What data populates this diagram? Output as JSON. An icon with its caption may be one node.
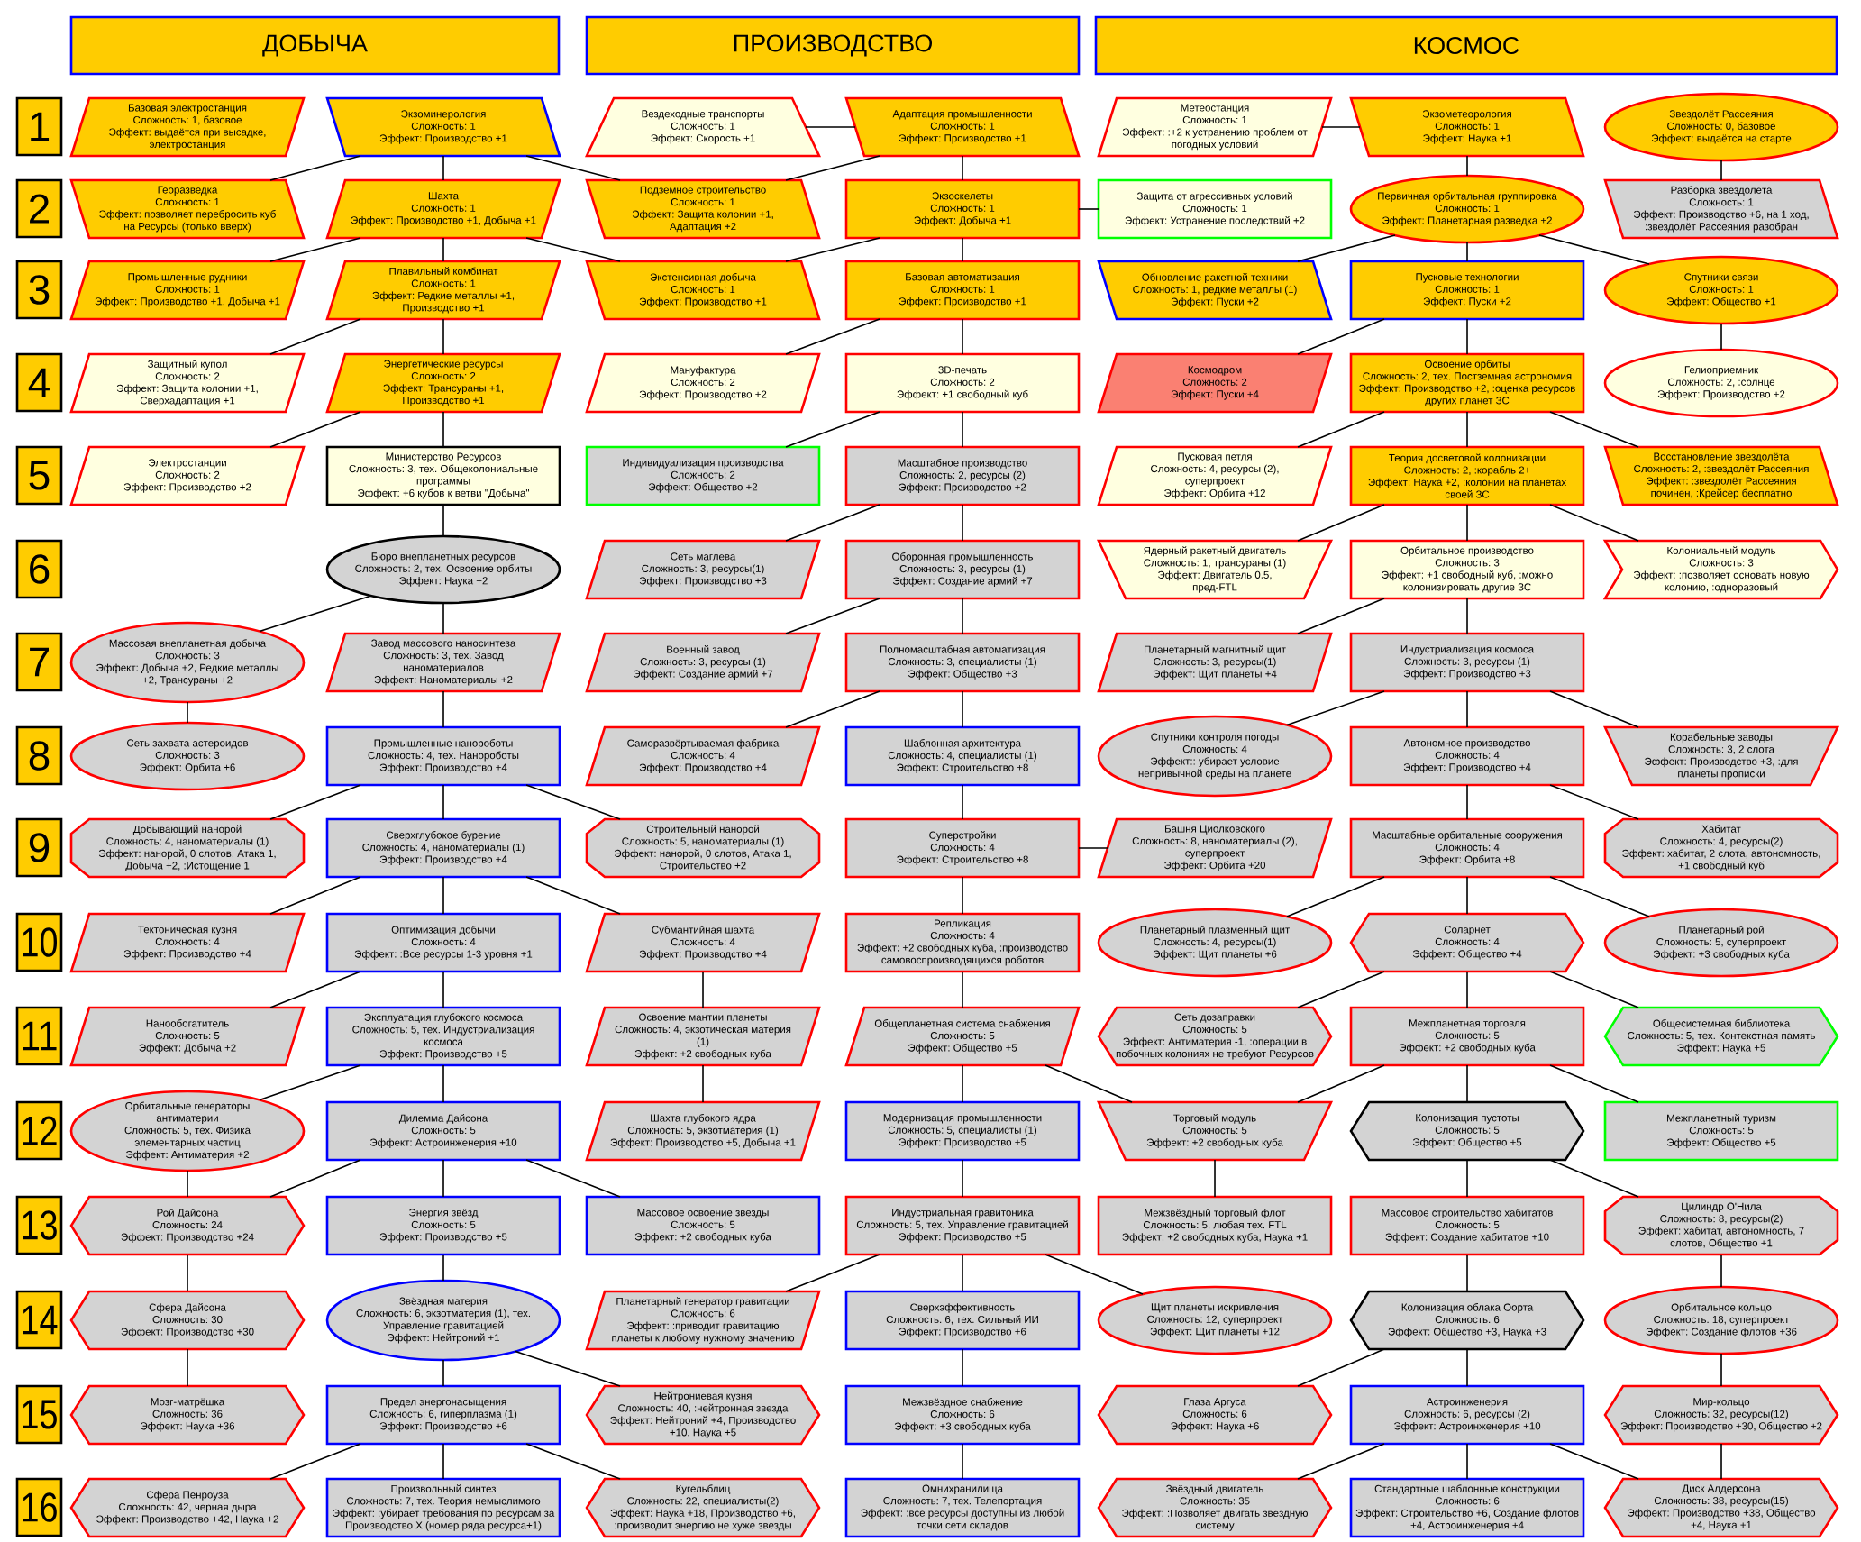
{
  "diagram": {
    "nodes": [
      {
        "text": [
          "ДОБЫЧА"
        ]
      },
      {
        "text": [
          "ПРОИЗВОДСТВО"
        ]
      },
      {
        "text": [
          "КОСМОС"
        ]
      },
      {
        "text": [
          "1"
        ]
      },
      {
        "text": [
          "Базовая электростанция",
          "Сложность: 1, базовое",
          "Эффект: выдаётся при высадке, электростанция"
        ]
      },
      {
        "text": [
          "Экзоминерология",
          "Сложность: 1",
          "Эффект: Производство +1"
        ]
      },
      {
        "text": [
          "Вездеходные транспорты",
          "Сложность: 1",
          "Эффект: Скорость +1"
        ]
      },
      {
        "text": [
          "Адаптация промышленности",
          "Сложность: 1",
          "Эффект: Производство +1"
        ]
      },
      {
        "text": [
          "Метеостанция",
          "Сложность: 1",
          "Эффект: :+2 к устранению проблем от погодных условий"
        ]
      },
      {
        "text": [
          "Экзометеорология",
          "Сложность: 1",
          "Эффект: Наука +1"
        ]
      },
      {
        "text": [
          "Звездолёт Рассеяния",
          "Сложность: 0, базовое",
          "Эффект: выдаётся на старте"
        ]
      },
      {
        "text": [
          "2"
        ]
      },
      {
        "text": [
          "Георазведка",
          "Сложность: 1",
          "Эффект: позволяет перебросить куб на Ресурсы (только вверх)"
        ]
      },
      {
        "text": [
          "Шахта",
          "Сложность: 1",
          "Эффект: Производство +1, Добыча +1"
        ]
      },
      {
        "text": [
          "Подземное строительство",
          "Сложность: 1",
          "Эффект: Защита колонии +1, Адаптация +2"
        ]
      },
      {
        "text": [
          "Экзоскелеты",
          "Сложность: 1",
          "Эффект: Добыча +1"
        ]
      },
      {
        "text": [
          "Защита от агрессивных условий",
          "Сложность: 1",
          "Эффект: Устранение последствий +2"
        ]
      },
      {
        "text": [
          "Первичная орбитальная группировка",
          "Сложность: 1",
          "Эффект: Планетарная разведка +2"
        ]
      },
      {
        "text": [
          "Разборка звездолёта",
          "Сложность: 1",
          "Эффект: Производство +6, на 1 ход, :звездолёт Рассеяния разобран"
        ]
      },
      {
        "text": [
          "3"
        ]
      },
      {
        "text": [
          "Промышленные рудники",
          "Сложность: 1",
          "Эффект: Производство +1, Добыча +1"
        ]
      },
      {
        "text": [
          "Плавильный комбинат",
          "Сложность: 1",
          "Эффект: Редкие металлы +1, Производство +1"
        ]
      },
      {
        "text": [
          "Экстенсивная добыча",
          "Сложность: 1",
          "Эффект: Производство +1"
        ]
      },
      {
        "text": [
          "Базовая автоматизация",
          "Сложность: 1",
          "Эффект: Производство +1"
        ]
      },
      {
        "text": [
          "Обновление ракетной техники",
          "Сложность: 1, редкие металлы (1)",
          "Эффект: Пуски +2"
        ]
      },
      {
        "text": [
          "Пусковые технологии",
          "Сложность: 1",
          "Эффект: Пуски +2"
        ]
      },
      {
        "text": [
          "Спутники связи",
          "Сложность: 1",
          "Эффект: Общество +1"
        ]
      },
      {
        "text": [
          "4"
        ]
      },
      {
        "text": [
          "Защитный купол",
          "Сложность: 2",
          "Эффект: Защита колонии +1, Сверхадаптация +1"
        ]
      },
      {
        "text": [
          "Энергетические ресурсы",
          "Сложность: 2",
          "Эффект: Трансураны +1, Производство +1"
        ]
      },
      {
        "text": [
          "Мануфактура",
          "Сложность: 2",
          "Эффект: Производство +2"
        ]
      },
      {
        "text": [
          "3D-печать",
          "Сложность: 2",
          "Эффект: +1 свободный куб"
        ]
      },
      {
        "text": [
          "Космодром",
          "Сложность: 2",
          "Эффект: Пуски +4"
        ]
      },
      {
        "text": [
          "Освоение орбиты",
          "Сложность: 2, тех. Постземная астрономия",
          "Эффект: Производство +2, :оценка ресурсов других планет ЗС"
        ]
      },
      {
        "text": [
          "Гелиоприемник",
          "Сложность: 2, :солнце",
          "Эффект: Производство +2"
        ]
      },
      {
        "text": [
          "5"
        ]
      },
      {
        "text": [
          "Электростанции",
          "Сложность: 2",
          "Эффект: Производство +2"
        ]
      },
      {
        "text": [
          "Министерство Ресурсов",
          "Сложность: 3, тех. Общеколониальные программы",
          "Эффект: +6 кубов к ветви \"Добыча\""
        ]
      },
      {
        "text": [
          "Индивидуализация производства",
          "Сложность: 2",
          "Эффект: Общество +2"
        ]
      },
      {
        "text": [
          "Масштабное производство",
          "Сложность: 2, ресурсы (2)",
          "Эффект: Производство +2"
        ]
      },
      {
        "text": [
          "Пусковая петля",
          "Сложность: 4, ресурсы (2), суперпроект",
          "Эффект: Орбита +12"
        ]
      },
      {
        "text": [
          "Теория досветовой колонизации",
          "Сложность: 2, :корабль 2+",
          "Эффект: Наука +2, :колонии на планетах своей ЗС"
        ]
      },
      {
        "text": [
          "Восстановление звездолёта",
          "Сложность: 2, :звездолёт Рассеяния",
          "Эффект: :звездолёт Рассеяния починен, :Крейсер бесплатно"
        ]
      },
      {
        "text": [
          "6"
        ]
      },
      {
        "text": [
          "Бюро внепланетных ресурсов",
          "Сложность: 2, тех. Освоение орбиты",
          "Эффект: Наука +2"
        ]
      },
      {
        "text": [
          "Сеть маглева",
          "Сложность: 3, ресурсы(1)",
          "Эффект: Производство +3"
        ]
      },
      {
        "text": [
          "Оборонная промышленность",
          "Сложность: 3, ресурсы (1)",
          "Эффект: Создание армий +7"
        ]
      },
      {
        "text": [
          "Ядерный ракетный двигатель",
          "Сложность: 1, трансураны (1)",
          "Эффект: Двигатель 0.5, пред-FTL"
        ]
      },
      {
        "text": [
          "Орбитальное производство",
          "Сложность: 3",
          "Эффект: +1 свободный куб, :можно колонизировать другие ЗС"
        ]
      },
      {
        "text": [
          "Колониальный модуль",
          "Сложность: 3",
          "Эффект: :позволяет основать новую колонию, :одноразовый"
        ]
      },
      {
        "text": [
          "7"
        ]
      },
      {
        "text": [
          "Массовая внепланетная добыча",
          "Сложность: 3",
          "Эффект: Добыча +2, Редкие металлы +2, Трансураны +2"
        ]
      },
      {
        "text": [
          "Завод массового наносинтеза",
          "Сложность: 3, тех. Завод наноматериалов",
          "Эффект: Наноматериалы +2"
        ]
      },
      {
        "text": [
          "Военный завод",
          "Сложность: 3, ресурсы (1)",
          "Эффект: Создание армий +7"
        ]
      },
      {
        "text": [
          "Полномасштабная автоматизация",
          "Сложность: 3, специалисты (1)",
          "Эффект: Общество +3"
        ]
      },
      {
        "text": [
          "Планетарный магнитный щит",
          "Сложность: 3, ресурсы(1)",
          "Эффект: Щит планеты +4"
        ]
      },
      {
        "text": [
          "Индустриализация космоса",
          "Сложность: 3, ресурсы (1)",
          "Эффект: Производство +3"
        ]
      },
      {
        "text": [
          "8"
        ]
      },
      {
        "text": [
          "Сеть захвата астероидов",
          "Сложность: 3",
          "Эффект: Орбита +6"
        ]
      },
      {
        "text": [
          "Промышленные нанороботы",
          "Сложность: 4, тех. Нанороботы",
          "Эффект: Производство +4"
        ]
      },
      {
        "text": [
          "Саморазвёртываемая фабрика",
          "Сложность: 4",
          "Эффект: Производство +4"
        ]
      },
      {
        "text": [
          "Шаблонная архитектура",
          "Сложность: 4, специалисты (1)",
          "Эффект: Строительство +8"
        ]
      },
      {
        "text": [
          "Спутники контроля погоды",
          "Сложность: 4",
          "Эффект:: убирает условие непривычной среды на планете"
        ]
      },
      {
        "text": [
          "Автономное производство",
          "Сложность: 4",
          "Эффект: Производство +4"
        ]
      },
      {
        "text": [
          "Корабельные заводы",
          "Сложность: 3, 2 слота",
          "Эффект: Производство +3, :для планеты прописки"
        ]
      },
      {
        "text": [
          "9"
        ]
      },
      {
        "text": [
          "Добывающий нанорой",
          "Сложность: 4, наноматериалы (1)",
          "Эффект: нанорой, 0 слотов, Атака 1, Добыча +2, :Истощение 1"
        ]
      },
      {
        "text": [
          "Сверхглубокое бурение",
          "Сложность: 4, наноматериалы (1)",
          "Эффект: Производство +4"
        ]
      },
      {
        "text": [
          "Строительный нанорой",
          "Сложность: 5, наноматериалы (1)",
          "Эффект: нанорой, 0 слотов, Атака 1, Строительство +2"
        ]
      },
      {
        "text": [
          "Суперстройки",
          "Сложность: 4",
          "Эффект: Строительство +8"
        ]
      },
      {
        "text": [
          "Башня Циолковского",
          "Сложность: 8, наноматериалы (2), суперпроект",
          "Эффект: Орбита +20"
        ]
      },
      {
        "text": [
          "Масштабные орбитальные сооружения",
          "Сложность: 4",
          "Эффект: Орбита +8"
        ]
      },
      {
        "text": [
          "Хабитат",
          "Сложность: 4, ресурсы(2)",
          "Эффект: хабитат, 2 слота, автономность, +1 свободный куб"
        ]
      },
      {
        "text": [
          "10"
        ]
      },
      {
        "text": [
          "Тектоническая кузня",
          "Сложность: 4",
          "Эффект: Производство +4"
        ]
      },
      {
        "text": [
          "Оптимизация добычи",
          "Сложность: 4",
          "Эффект: :Все ресурсы 1-3 уровня +1"
        ]
      },
      {
        "text": [
          "Субмантийная шахта",
          "Сложность: 4",
          "Эффект: Производство +4"
        ]
      },
      {
        "text": [
          "Репликация",
          "Сложность: 4",
          "Эффект: +2 свободных куба, :производство самовоспроизводящихся роботов"
        ]
      },
      {
        "text": [
          "Планетарный плазменный щит",
          "Сложность: 4, ресурсы(1)",
          "Эффект: Щит планеты +6"
        ]
      },
      {
        "text": [
          "Соларнет",
          "Сложность: 4",
          "Эффект: Общество +4"
        ]
      },
      {
        "text": [
          "Планетарный рой",
          "Сложность: 5, суперпроект",
          "Эффект: +3 свободных куба"
        ]
      },
      {
        "text": [
          "11"
        ]
      },
      {
        "text": [
          "Нанообогатитель",
          "Сложность: 5",
          "Эффект: Добыча +2"
        ]
      },
      {
        "text": [
          "Эксплуатация глубокого космоса",
          "Сложность: 5, тех. Индустриализация космоса",
          "Эффект: Производство +5"
        ]
      },
      {
        "text": [
          "Освоение мантии планеты",
          "Сложность: 4, экзотическая материя (1)",
          "Эффект: +2 свободных куба"
        ]
      },
      {
        "text": [
          "Общепланетная система снабжения",
          "Сложность: 5",
          "Эффект: Общество +5"
        ]
      },
      {
        "text": [
          "Сеть дозаправки",
          "Сложность: 5",
          "Эффект: Антиматерия -1, :операции в побочных колониях не требуют Ресурсов"
        ]
      },
      {
        "text": [
          "Межпланетная торговля",
          "Сложность: 5",
          "Эффект: +2 свободных куба"
        ]
      },
      {
        "text": [
          "Общесистемная библиотека",
          "Сложность: 5, тех. Контекстная память",
          "Эффект: Наука +5"
        ]
      },
      {
        "text": [
          "12"
        ]
      },
      {
        "text": [
          "Орбитальные генераторы антиматерии",
          "Сложность: 5, тех. Физика элементарных частиц",
          "Эффект: Антиматерия +2"
        ]
      },
      {
        "text": [
          "Дилемма Дайсона",
          "Сложность: 5",
          "Эффект: Астроинженерия +10"
        ]
      },
      {
        "text": [
          "Шахта глубокого ядра",
          "Сложность: 5, экзотматерия (1)",
          "Эффект: Производство +5, Добыча +1"
        ]
      },
      {
        "text": [
          "Модернизация промышленности",
          "Сложность: 5, специалисты (1)",
          "Эффект: Производство +5"
        ]
      },
      {
        "text": [
          "Торговый модуль",
          "Сложность: 5",
          "Эффект: +2 свободных куба"
        ]
      },
      {
        "text": [
          "Колонизация пустоты",
          "Сложность: 5",
          "Эффект: Общество +5"
        ]
      },
      {
        "text": [
          "Межпланетный туризм",
          "Сложность: 5",
          "Эффект: Общество +5"
        ]
      },
      {
        "text": [
          "13"
        ]
      },
      {
        "text": [
          "Рой Дайсона",
          "Сложность: 24",
          "Эффект: Производство +24"
        ]
      },
      {
        "text": [
          "Энергия звёзд",
          "Сложность: 5",
          "Эффект: Производство +5"
        ]
      },
      {
        "text": [
          "Массовое освоение звезды",
          "Сложность: 5",
          "Эффект: +2 свободных куба"
        ]
      },
      {
        "text": [
          "Индустриальная гравитоника",
          "Сложность: 5, тех. Управление гравитацией",
          "Эффект: Производство +5"
        ]
      },
      {
        "text": [
          "Межзвёздный торговый флот",
          "Сложность: 5, любая тех. FTL",
          "Эффект: +2 свободных куба, Наука +1"
        ]
      },
      {
        "text": [
          "Массовое строительство хабитатов",
          "Сложность: 5",
          "Эффект: Создание хабитатов +10"
        ]
      },
      {
        "text": [
          "Цилиндр О'Нила",
          "Сложность: 8, ресурсы(2)",
          "Эффект: хабитат, автономность, 7 слотов, Общество +1"
        ]
      },
      {
        "text": [
          "14"
        ]
      },
      {
        "text": [
          "Сфера Дайсона",
          "Сложность: 30",
          "Эффект: Производство +30"
        ]
      },
      {
        "text": [
          "Звёздная материя",
          "Сложность: 6, экзотматерия (1), тех. Управление гравитацией",
          "Эффект: Нейтроний +1"
        ]
      },
      {
        "text": [
          "Планетарный генератор гравитации",
          "Сложность: 6",
          "Эффект: :приводит гравитацию планеты к любому нужному значению"
        ]
      },
      {
        "text": [
          "Сверхэффективность",
          "Сложность: 6, тех. Сильный ИИ",
          "Эффект: Производство +6"
        ]
      },
      {
        "text": [
          "Щит планеты искривления",
          "Сложность: 12, суперпроект",
          "Эффект: Щит планеты +12"
        ]
      },
      {
        "text": [
          "Колонизация облака Оорта",
          "Сложность: 6",
          "Эффект: Общество +3, Наука +3"
        ]
      },
      {
        "text": [
          "Орбитальное кольцо",
          "Сложность: 18, суперпроект",
          "Эффект: Создание флотов +36"
        ]
      },
      {
        "text": [
          "15"
        ]
      },
      {
        "text": [
          "Мозг-матрёшка",
          "Сложность: 36",
          "Эффект: Наука +36"
        ]
      },
      {
        "text": [
          "Предел энергонасыщения",
          "Сложность: 6, гиперплазма (1)",
          "Эффект: Производство +6"
        ]
      },
      {
        "text": [
          "Нейтрониевая кузня",
          "Сложность: 40, :нейтронная звезда",
          "Эффект: Нейтроний +4, Производство +10, Наука +5"
        ]
      },
      {
        "text": [
          "Межзвёздное снабжение",
          "Сложность: 6",
          "Эффект: +3 свободных куба"
        ]
      },
      {
        "text": [
          "Глаза Аргуса",
          "Сложность: 6",
          "Эффект: Наука +6"
        ]
      },
      {
        "text": [
          "Астроинженерия",
          "Сложность: 6, ресурсы (2)",
          "Эффект: Астроинженерия +10"
        ]
      },
      {
        "text": [
          "Мир-кольцо",
          "Сложность: 32, ресурсы(12)",
          "Эффект: Производство +30, Общество +2"
        ]
      },
      {
        "text": [
          "16"
        ]
      },
      {
        "text": [
          "Сфера Пенроуза",
          "Сложность: 42, черная дыра",
          "Эффект: Производство +42, Наука +2"
        ]
      },
      {
        "text": [
          "Произвольный синтез",
          "Сложность: 7, тех. Теория немыслимого",
          "Эффект: :убирает требования по ресурсам за Производство Х (номер ряда ресурса+1)"
        ]
      },
      {
        "text": [
          "Кугельблиц",
          "Сложность: 22, специалисты(2)",
          "Эффект: Наука +18, Производство +6, :производит энергию не хуже звезды"
        ]
      },
      {
        "text": [
          "Омнихранилища",
          "Сложность: 7, тех. Телепортация",
          "Эффект: :все ресурсы доступны из любой точки сети складов"
        ]
      },
      {
        "text": [
          "Звёздный двигатель",
          "Сложность: 35",
          "Эффект: :Позволяет двигать звёздную систему"
        ]
      },
      {
        "text": [
          "Стандартные шаблонные конструкции",
          "Сложность: 6",
          "Эффект: Строительство +6, Создание флотов +4, Астроинженерия +4"
        ]
      },
      {
        "text": [
          "Диск Алдерсона",
          "Сложность: 38, ресурсы(15)",
          "Эффект: Производство +38, Общество +4, Наука +1"
        ]
      }
    ],
    "edges": [
      {
        "from": 5,
        "to": 12,
        "arrow": "none"
      },
      {
        "from": 5,
        "to": 13,
        "arrow": "none"
      },
      {
        "from": 5,
        "to": 14,
        "arrow": "none"
      },
      {
        "from": 13,
        "to": 20,
        "arrow": "none"
      },
      {
        "from": 13,
        "to": 21,
        "arrow": "none"
      },
      {
        "from": 13,
        "to": 22,
        "arrow": "none"
      },
      {
        "from": 21,
        "to": 28,
        "arrow": "none"
      },
      {
        "from": 21,
        "to": 29,
        "arrow": "none"
      },
      {
        "from": 29,
        "to": 36,
        "arrow": "none"
      },
      {
        "from": 29,
        "to": 37,
        "arrow": "none"
      },
      {
        "from": 37,
        "to": 44,
        "arrow": "none"
      },
      {
        "from": 44,
        "to": 51,
        "arrow": "none"
      },
      {
        "from": 44,
        "to": 52,
        "arrow": "none"
      },
      {
        "from": 51,
        "to": 58,
        "arrow": "none"
      },
      {
        "from": 52,
        "to": 59,
        "arrow": "none"
      },
      {
        "from": 59,
        "to": 66,
        "arrow": "none"
      },
      {
        "from": 59,
        "to": 67,
        "arrow": "none"
      },
      {
        "from": 59,
        "to": 68,
        "arrow": "none"
      },
      {
        "from": 67,
        "to": 74,
        "arrow": "none"
      },
      {
        "from": 67,
        "to": 75,
        "arrow": "none"
      },
      {
        "from": 67,
        "to": 76,
        "arrow": "none"
      },
      {
        "from": 75,
        "to": 82,
        "arrow": "none"
      },
      {
        "from": 75,
        "to": 83,
        "arrow": "none"
      },
      {
        "from": 76,
        "to": 84,
        "arrow": "none"
      },
      {
        "from": 83,
        "to": 90,
        "arrow": "none"
      },
      {
        "from": 83,
        "to": 91,
        "arrow": "none"
      },
      {
        "from": 84,
        "to": 92,
        "arrow": "none"
      },
      {
        "from": 90,
        "to": 98,
        "arrow": "none"
      },
      {
        "from": 91,
        "to": 98,
        "arrow": "none"
      },
      {
        "from": 91,
        "to": 99,
        "arrow": "none"
      },
      {
        "from": 91,
        "to": 100,
        "arrow": "none"
      },
      {
        "from": 98,
        "to": 106,
        "arrow": "none"
      },
      {
        "from": 99,
        "to": 107,
        "arrow": "none"
      },
      {
        "from": 106,
        "to": 114,
        "arrow": "none"
      },
      {
        "from": 107,
        "to": 115,
        "arrow": "none"
      },
      {
        "from": 107,
        "to": 116,
        "arrow": "none"
      },
      {
        "from": 115,
        "to": 122,
        "arrow": "none"
      },
      {
        "from": 115,
        "to": 123,
        "arrow": "none"
      },
      {
        "from": 115,
        "to": 124,
        "arrow": "none"
      },
      {
        "from": 6,
        "to": 7,
        "arrow": "none"
      },
      {
        "from": 7,
        "to": 14,
        "arrow": "none"
      },
      {
        "from": 7,
        "to": 15,
        "arrow": "none"
      },
      {
        "from": 15,
        "to": 16,
        "arrow": "none"
      },
      {
        "from": 15,
        "to": 22,
        "arrow": "none"
      },
      {
        "from": 15,
        "to": 23,
        "arrow": "none"
      },
      {
        "from": 23,
        "to": 30,
        "arrow": "none"
      },
      {
        "from": 23,
        "to": 31,
        "arrow": "none"
      },
      {
        "from": 31,
        "to": 38,
        "arrow": "none"
      },
      {
        "from": 31,
        "to": 39,
        "arrow": "none"
      },
      {
        "from": 39,
        "to": 45,
        "arrow": "none"
      },
      {
        "from": 39,
        "to": 46,
        "arrow": "none"
      },
      {
        "from": 46,
        "to": 53,
        "arrow": "none"
      },
      {
        "from": 46,
        "to": 54,
        "arrow": "none"
      },
      {
        "from": 54,
        "to": 60,
        "arrow": "none"
      },
      {
        "from": 54,
        "to": 61,
        "arrow": "none"
      },
      {
        "from": 61,
        "to": 69,
        "arrow": "none"
      },
      {
        "from": 69,
        "to": 70,
        "arrow": "none"
      },
      {
        "from": 69,
        "to": 77,
        "arrow": "none"
      },
      {
        "from": 77,
        "to": 85,
        "arrow": "none"
      },
      {
        "from": 85,
        "to": 93,
        "arrow": "none"
      },
      {
        "from": 85,
        "to": 94,
        "arrow": "none"
      },
      {
        "from": 93,
        "to": 101,
        "arrow": "none"
      },
      {
        "from": 101,
        "to": 108,
        "arrow": "none"
      },
      {
        "from": 101,
        "to": 109,
        "arrow": "none"
      },
      {
        "from": 101,
        "to": 110,
        "arrow": "none"
      },
      {
        "from": 109,
        "to": 117,
        "arrow": "none"
      },
      {
        "from": 117,
        "to": 125,
        "arrow": "none"
      },
      {
        "from": 8,
        "to": 9,
        "arrow": "none"
      },
      {
        "from": 9,
        "to": 17,
        "arrow": "none"
      },
      {
        "from": 10,
        "to": 18,
        "arrow": "none"
      },
      {
        "from": 17,
        "to": 24,
        "arrow": "none"
      },
      {
        "from": 17,
        "to": 25,
        "arrow": "none"
      },
      {
        "from": 17,
        "to": 26,
        "arrow": "none"
      },
      {
        "from": 25,
        "to": 32,
        "arrow": "none"
      },
      {
        "from": 25,
        "to": 33,
        "arrow": "none"
      },
      {
        "from": 26,
        "to": 34,
        "arrow": "none"
      },
      {
        "from": 33,
        "to": 40,
        "arrow": "none"
      },
      {
        "from": 33,
        "to": 41,
        "arrow": "none"
      },
      {
        "from": 33,
        "to": 42,
        "arrow": "none"
      },
      {
        "from": 41,
        "to": 47,
        "arrow": "none"
      },
      {
        "from": 41,
        "to": 48,
        "arrow": "none"
      },
      {
        "from": 41,
        "to": 49,
        "arrow": "none"
      },
      {
        "from": 48,
        "to": 55,
        "arrow": "none"
      },
      {
        "from": 48,
        "to": 56,
        "arrow": "none"
      },
      {
        "from": 56,
        "to": 62,
        "arrow": "none"
      },
      {
        "from": 56,
        "to": 63,
        "arrow": "none"
      },
      {
        "from": 56,
        "to": 64,
        "arrow": "none"
      },
      {
        "from": 63,
        "to": 71,
        "arrow": "none"
      },
      {
        "from": 63,
        "to": 72,
        "arrow": "none"
      },
      {
        "from": 71,
        "to": 78,
        "arrow": "none"
      },
      {
        "from": 71,
        "to": 79,
        "arrow": "none"
      },
      {
        "from": 71,
        "to": 80,
        "arrow": "none"
      },
      {
        "from": 79,
        "to": 86,
        "arrow": "none"
      },
      {
        "from": 79,
        "to": 87,
        "arrow": "none"
      },
      {
        "from": 79,
        "to": 88,
        "arrow": "none"
      },
      {
        "from": 87,
        "to": 94,
        "arrow": "none"
      },
      {
        "from": 87,
        "to": 95,
        "arrow": "none"
      },
      {
        "from": 87,
        "to": 96,
        "arrow": "none"
      },
      {
        "from": 94,
        "to": 102,
        "arrow": "none"
      },
      {
        "from": 95,
        "to": 103,
        "arrow": "none"
      },
      {
        "from": 95,
        "to": 104,
        "arrow": "none"
      },
      {
        "from": 103,
        "to": 111,
        "arrow": "none"
      },
      {
        "from": 104,
        "to": 112,
        "arrow": "none"
      },
      {
        "from": 111,
        "to": 118,
        "arrow": "none"
      },
      {
        "from": 111,
        "to": 119,
        "arrow": "none"
      },
      {
        "from": 112,
        "to": 120,
        "arrow": "none"
      },
      {
        "from": 119,
        "to": 126,
        "arrow": "none"
      },
      {
        "from": 119,
        "to": 127,
        "arrow": "none"
      },
      {
        "from": 119,
        "to": 128,
        "arrow": "none"
      },
      {
        "from": 120,
        "to": 128,
        "arrow": "none"
      }
    ]
  }
}
